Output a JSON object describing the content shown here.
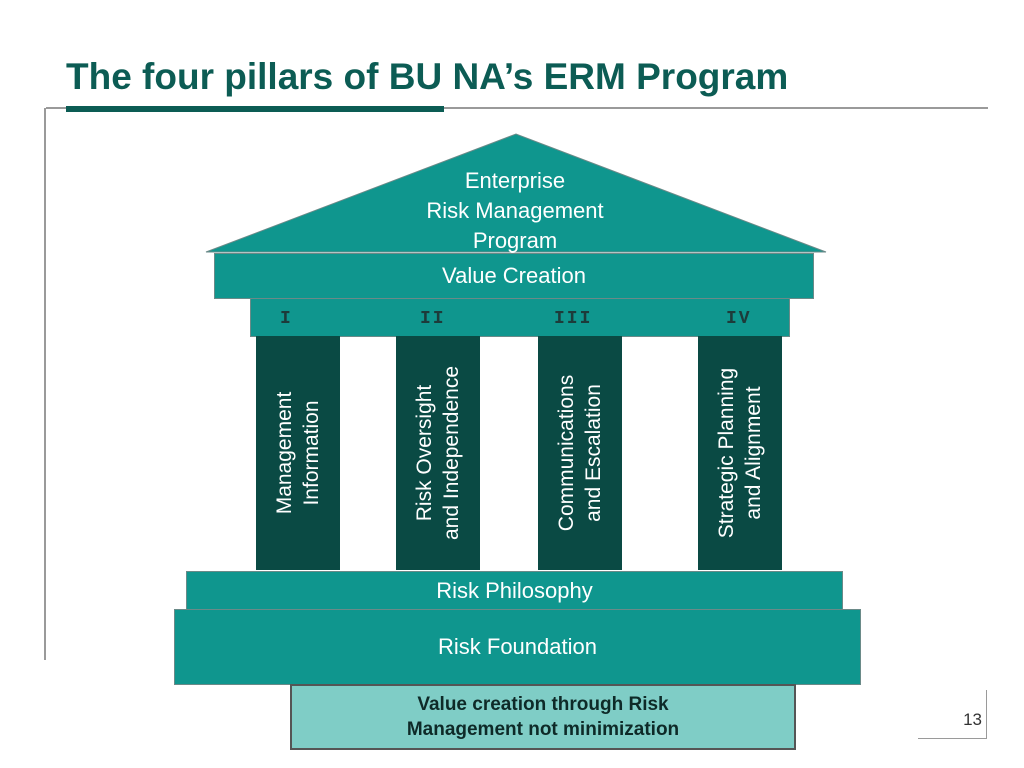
{
  "slide": {
    "title": "The four pillars of BU NA’s ERM Program",
    "page_number": "13"
  },
  "temple": {
    "roof_lines": [
      "Enterprise",
      "Risk Management",
      "Program"
    ],
    "value_creation": "Value Creation",
    "pillars": [
      {
        "numeral": "I",
        "lines": [
          "Management",
          "Information"
        ]
      },
      {
        "numeral": "II",
        "lines": [
          "Risk Oversight",
          "and Independence"
        ]
      },
      {
        "numeral": "III",
        "lines": [
          "Communications",
          "and Escalation"
        ]
      },
      {
        "numeral": "IV",
        "lines": [
          "Strategic Planning",
          "and Alignment"
        ]
      }
    ],
    "risk_philosophy": "Risk Philosophy",
    "risk_foundation": "Risk Foundation"
  },
  "footer": {
    "lines": [
      "Value creation through Risk",
      "Management not minimization"
    ]
  },
  "colors": {
    "title": "#0c5c54",
    "teal": "#0f968e",
    "pillar": "#0a4a44",
    "footer_box": "#7fcdc6"
  }
}
